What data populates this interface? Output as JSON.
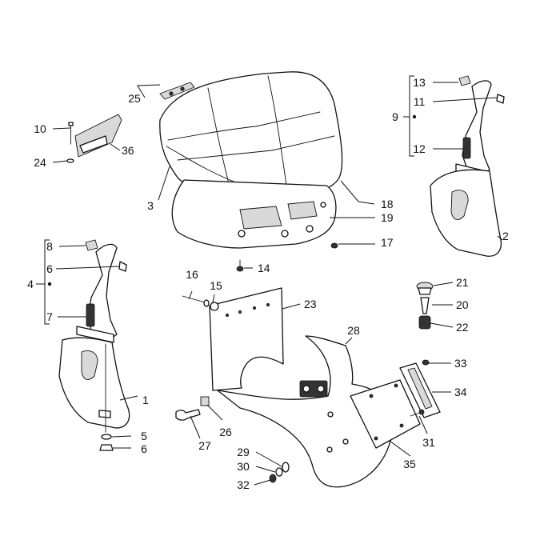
{
  "diagram": {
    "callouts": [
      "1",
      "2",
      "3",
      "4",
      "5",
      "6",
      "6",
      "7",
      "8",
      "9",
      "10",
      "11",
      "12",
      "13",
      "14",
      "15",
      "16",
      "17",
      "18",
      "19",
      "20",
      "21",
      "22",
      "23",
      "24",
      "25",
      "26",
      "27",
      "28",
      "29",
      "30",
      "31",
      "32",
      "33",
      "34",
      "35",
      "36"
    ]
  },
  "colors": {
    "line": "#111111",
    "background": "#ffffff",
    "shade": "#d9d9d9"
  }
}
